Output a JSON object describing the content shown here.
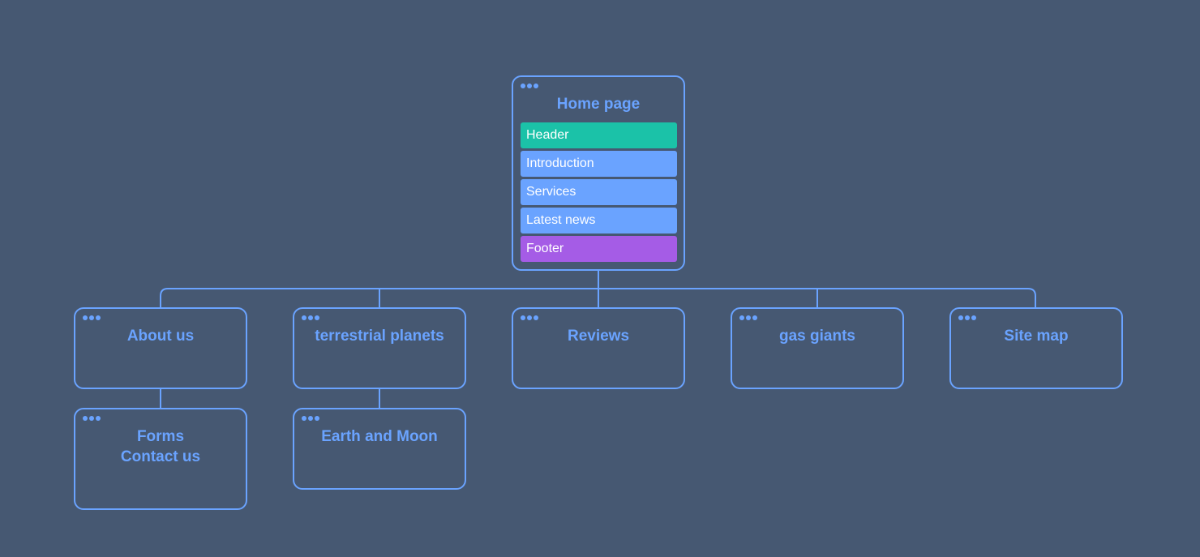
{
  "colors": {
    "background": "#465872",
    "accent": "#6aa3ff",
    "header": "#1bc2a8",
    "content": "#6aa3ff",
    "footer": "#a55ce6"
  },
  "home": {
    "title": "Home page",
    "sections": [
      {
        "label": "Header",
        "kind": "header"
      },
      {
        "label": "Introduction",
        "kind": "content"
      },
      {
        "label": "Services",
        "kind": "content"
      },
      {
        "label": "Latest news",
        "kind": "content"
      },
      {
        "label": "Footer",
        "kind": "footer"
      }
    ]
  },
  "level1": [
    {
      "title": "About us"
    },
    {
      "title": "terrestrial planets"
    },
    {
      "title": "Reviews"
    },
    {
      "title": "gas giants"
    },
    {
      "title": "Site map"
    }
  ],
  "level2": [
    {
      "lines": [
        "Forms",
        "Contact us"
      ]
    },
    {
      "lines": [
        "Earth and Moon"
      ]
    }
  ]
}
